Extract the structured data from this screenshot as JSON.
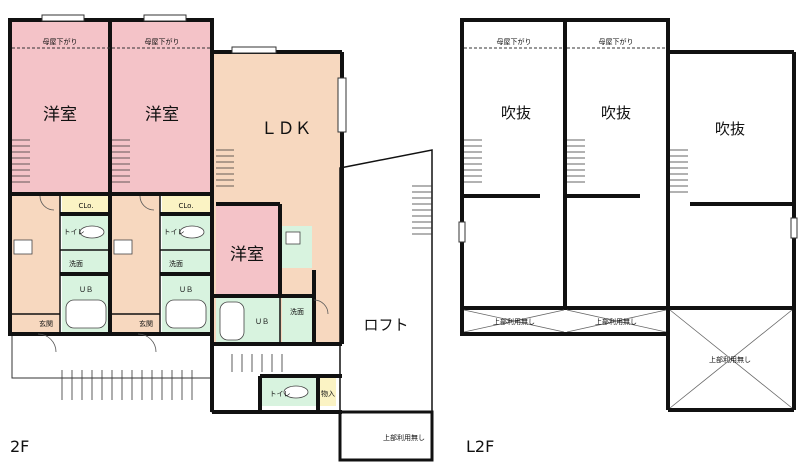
{
  "floors": {
    "f2": "2F",
    "l2f": "L2F"
  },
  "rooms_2f": {
    "western_room_1": "洋室",
    "western_room_2": "洋室",
    "ldk": "ＬＤＫ",
    "western_room_3": "洋室",
    "loft": "ロフト"
  },
  "labels_2f": {
    "eaves_1": "母屋下がり",
    "eaves_2": "母屋下がり",
    "closet_1": "CLo.",
    "closet_2": "CLo.",
    "toilet_1": "トイレ",
    "toilet_2": "トイレ",
    "toilet_3": "トイレ",
    "wash_1": "洗面",
    "wash_2": "洗面",
    "wash_3": "洗面",
    "bath_1": "ＵＢ",
    "bath_2": "ＵＢ",
    "bath_3": "ＵＢ",
    "entrance_1": "玄関",
    "entrance_2": "玄関",
    "storage": "物入",
    "upper_unusable": "上部利用無し"
  },
  "rooms_l2f": {
    "void_1": "吹抜",
    "void_2": "吹抜",
    "void_3": "吹抜"
  },
  "labels_l2f": {
    "eaves_1": "母屋下がり",
    "eaves_2": "母屋下がり",
    "upper_unusable_1": "上部利用無し",
    "upper_unusable_2": "上部利用無し",
    "upper_unusable_3": "上部利用無し"
  },
  "colors": {
    "western_room": "#f4c3c8",
    "ldk": "#f7d8bf",
    "wet_area": "#d8f3df",
    "closet": "#fbf3c4",
    "wall": "#111111"
  }
}
